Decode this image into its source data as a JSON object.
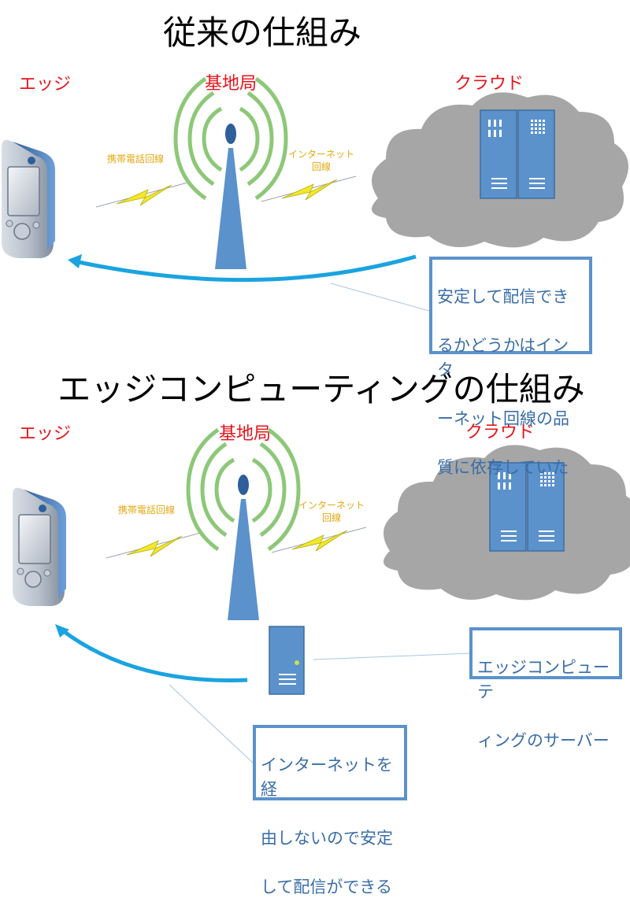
{
  "colors": {
    "label_red": "#e8131b",
    "tower_blue": "#5b92cc",
    "signal_green": "#8dc878",
    "cloud_gray": "#a6a6a6",
    "arrow_cyan": "#1aa3e0",
    "bolt_yellow": "#f2e72a",
    "note_border": "#5b92cc"
  },
  "top": {
    "title": "従来の仕組み",
    "edge_label": "エッジ",
    "base_label": "基地局",
    "cloud_label": "クラウド",
    "mobile_line_label": "携帯電話回線",
    "internet_line_label_1": "インターネット",
    "internet_line_label_2": "回線",
    "note_lines": [
      "安定して配信でき",
      "るかどうかはインタ",
      "ーネット回線の品",
      "質に依存していた"
    ]
  },
  "bottom": {
    "title": "エッジコンピューティングの仕組み",
    "edge_label": "エッジ",
    "base_label": "基地局",
    "cloud_label": "クラウド",
    "mobile_line_label": "携帯電話回線",
    "internet_line_label_1": "インターネット",
    "internet_line_label_2": "回線",
    "server_note_lines": [
      "エッジコンピューテ",
      "ィングのサーバー"
    ],
    "route_note_lines": [
      "インターネットを経",
      "由しないので安定",
      "して配信ができる"
    ]
  },
  "icons": [
    "mobile-device-icon",
    "antenna-tower-icon",
    "cloud-icon",
    "server-rack-icon",
    "lightning-bolt-icon",
    "edge-server-icon"
  ]
}
